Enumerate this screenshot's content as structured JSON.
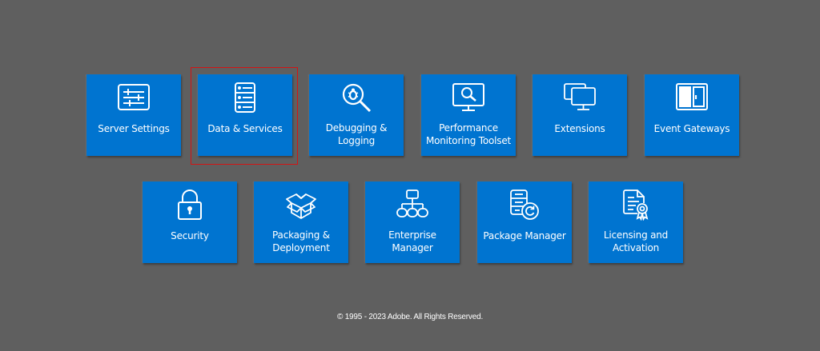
{
  "tiles_row1": [
    {
      "label": "Server Settings",
      "icon": "sliders-icon"
    },
    {
      "label": "Data & Services",
      "icon": "server-list-icon"
    },
    {
      "label": "Debugging & Logging",
      "icon": "bug-magnifier-icon"
    },
    {
      "label": "Performance Monitoring Toolset",
      "icon": "monitor-search-icon"
    },
    {
      "label": "Extensions",
      "icon": "dual-monitor-icon"
    },
    {
      "label": "Event Gateways",
      "icon": "door-icon"
    }
  ],
  "tiles_row2": [
    {
      "label": "Security",
      "icon": "padlock-icon"
    },
    {
      "label": "Packaging & Deployment",
      "icon": "open-box-icon"
    },
    {
      "label": "Enterprise Manager",
      "icon": "hierarchy-icon"
    },
    {
      "label": "Package Manager",
      "icon": "server-refresh-icon"
    },
    {
      "label": "Licensing and Activation",
      "icon": "certificate-icon"
    }
  ],
  "highlighted_tile": "Data & Services",
  "footer": {
    "copyright": "© 1995 - 2023 Adobe. All Rights Reserved."
  },
  "colors": {
    "background": "#5f5f5f",
    "tile": "#0074d0",
    "highlight": "#d21414",
    "text": "#ffffff"
  }
}
